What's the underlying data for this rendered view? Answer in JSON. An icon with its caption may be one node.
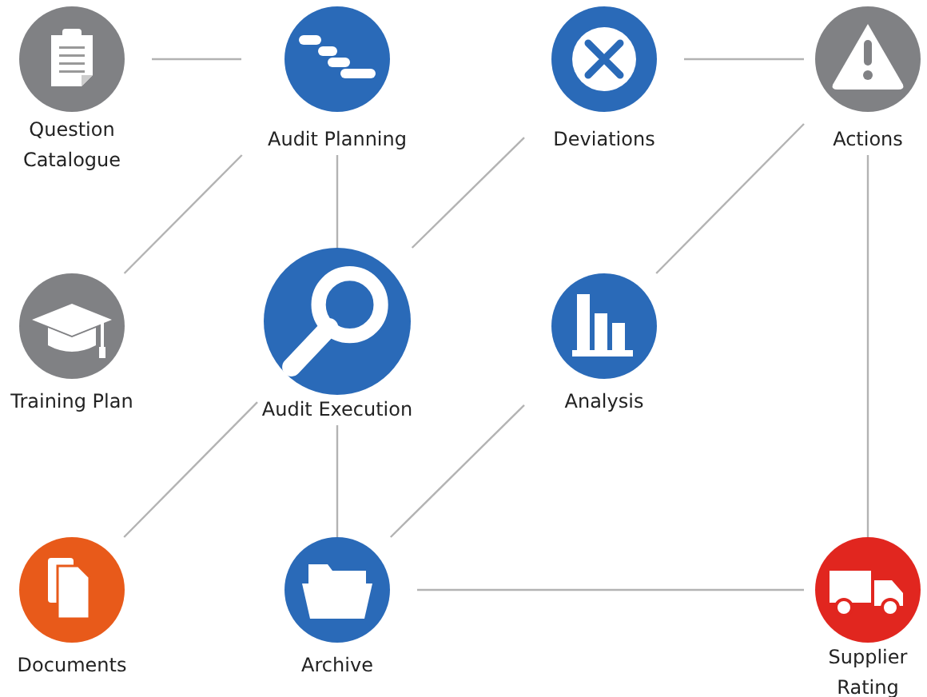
{
  "diagram": {
    "nodes": [
      {
        "text": [
          "Question Catalogue"
        ]
      },
      {
        "text": [
          "Audit Planning"
        ]
      },
      {
        "text": [
          "Deviations"
        ]
      },
      {
        "text": [
          "Actions"
        ]
      },
      {
        "text": [
          "Training Plan"
        ]
      },
      {
        "text": [
          "Audit Execution"
        ]
      },
      {
        "text": [
          "Analysis"
        ]
      },
      {
        "text": [
          "Documents"
        ]
      },
      {
        "text": [
          "Archive"
        ]
      },
      {
        "text": [
          "Supplier Rating"
        ]
      }
    ],
    "edges": [
      {
        "from": 0,
        "to": 1,
        "arrow": "none"
      },
      {
        "from": 1,
        "to": 4,
        "arrow": "none"
      },
      {
        "from": 1,
        "to": 5,
        "arrow": "none"
      },
      {
        "from": 2,
        "to": 5,
        "arrow": "none"
      },
      {
        "from": 2,
        "to": 3,
        "arrow": "none"
      },
      {
        "from": 3,
        "to": 6,
        "arrow": "none"
      },
      {
        "from": 3,
        "to": 9,
        "arrow": "none"
      },
      {
        "from": 5,
        "to": 7,
        "arrow": "none"
      },
      {
        "from": 5,
        "to": 8,
        "arrow": "none"
      },
      {
        "from": 6,
        "to": 8,
        "arrow": "none"
      },
      {
        "from": 8,
        "to": 9,
        "arrow": "none"
      }
    ]
  }
}
